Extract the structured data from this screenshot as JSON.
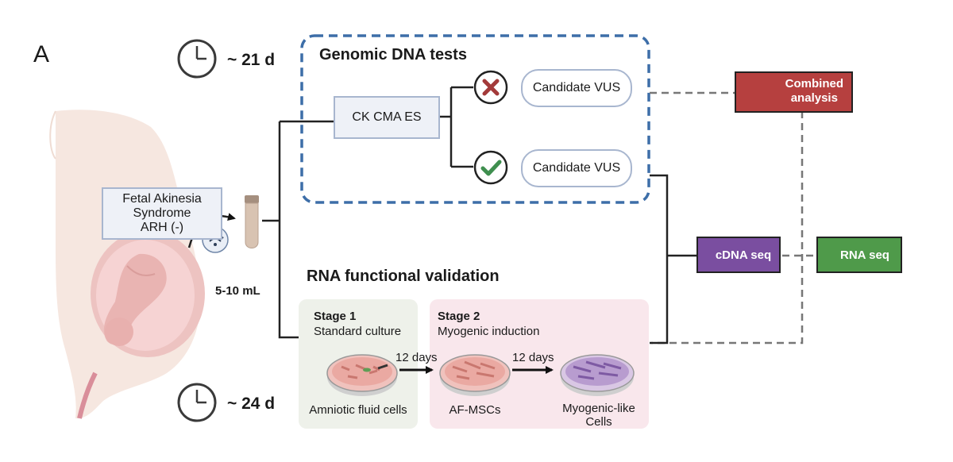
{
  "panel_letter": "A",
  "timeline": {
    "start_label": "~ 21 d",
    "end_label": "~ 24 d"
  },
  "patient": {
    "diagnosis_lines": [
      "Fetal Akinesia",
      "Syndrome",
      "ARH (-)"
    ],
    "sample_volume": "5-10 mL"
  },
  "genomic": {
    "title": "Genomic DNA tests",
    "tests_label": "CK CMA ES",
    "result_negative": "Candidate VUS",
    "result_positive": "Candidate VUS"
  },
  "combined": {
    "label_line1": "Combined",
    "label_line2": "analysis"
  },
  "sequencing": {
    "cdna": "cDNA seq",
    "rna": "RNA seq"
  },
  "rna": {
    "title": "RNA functional validation",
    "stage1_title": "Stage 1",
    "stage1_sub": "Standard culture",
    "stage2_title": "Stage 2",
    "stage2_sub": "Myogenic induction",
    "interval1": "12 days",
    "interval2": "12 days",
    "cells1": "Amniotic fluid cells",
    "cells2": "AF-MSCs",
    "cells3_line1": "Myogenic-like",
    "cells3_line2": "Cells"
  },
  "colors": {
    "dashed_box": "#3d6ea8",
    "combined_box": "#b6403f",
    "cdna_box": "#7a4ea0",
    "rna_box": "#4f9a4a",
    "stage1_bg": "#eef1ea",
    "stage2_bg": "#f9e7ec",
    "reject": "#a33a3a",
    "accept": "#3f8f4f"
  },
  "icons": [
    "clock-icon",
    "pregnant-figure",
    "sample-tube-icon",
    "wireless-signal-icon",
    "cross-icon",
    "check-icon",
    "doctor-icon",
    "dna-tube-icon",
    "petri-dish-icon"
  ]
}
